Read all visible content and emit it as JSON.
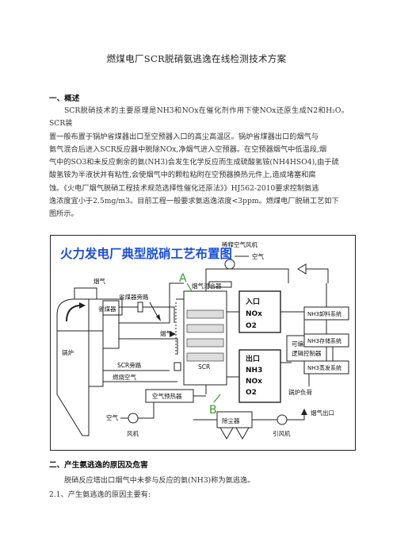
{
  "doc": {
    "title": "燃煤电厂SCR脱硝氨逃逸在线检测技术方案",
    "section1": {
      "heading": "一、概述",
      "lines": [
        "SCR脱硝技术的主要原理是NH3和NOx在催化剂作用下使NOx还原生成N2和H₂O。SCR装",
        "置一般布置于锅炉省煤器出口至空预器入口的高尘高温区。锅炉省煤器出口的烟气与",
        "氨气混合后进入SCR反应器中脱除NOx,净烟气进入空预器。在空预器烟气中低温段,烟",
        "气中的SO3和未反应剩余的氨(NH3)会发生化学反应而生成硫酸氢铵(NH4HSO4),由于硫",
        "酸氢铵为半液状并有粘性,会使烟气中的颗粒粘附在空预器换热元件上,造成堵塞和腐",
        "蚀。《火电厂烟气脱硝工程技术规范选择性催化还原法》》HJ562-2010要求控制氨逃",
        "逸浓度宜小于2.5mg/m3。目前工程一般要求氨逃逸浓度<3ppm。燃煤电厂脱硝工艺如下",
        "图所示。"
      ]
    },
    "diagram": {
      "title": "火力发电厂典型脱硝工艺布置图",
      "labels": {
        "dilution_fan": "稀释空气风机",
        "air_top": "空气",
        "flue_gas_mixer": "烟气混合器",
        "flue_gas_left": "烟气",
        "economizer_bypass": "省煤器旁路",
        "economizer": "省煤器",
        "flue_gas_mid": "烟气",
        "scr": "SCR",
        "scr_bypass": "SCR旁路",
        "combustion_air": "燃烧空气",
        "boiler": "锅炉",
        "air_preheater": "空气预热器",
        "air_bottom": "空气",
        "fan": "风机",
        "dust_collector": "除尘器",
        "id_fan": "引风机",
        "flue_gas_outlet": "烟气出口",
        "inlet_title": "入口",
        "inlet_nox": "NOx",
        "inlet_o2": "O2",
        "outlet_title": "出口",
        "outlet_nh3": "NH3",
        "outlet_nox": "NOx",
        "outlet_o2": "O2",
        "controller_line1": "可编程",
        "controller_line2": "逻辑控制器",
        "boiler_load": "锅炉负荷",
        "sys1": "NH3卸料系统",
        "sys2": "NH3存储系统",
        "sys3": "NH3蒸发系统",
        "point_a": "A",
        "point_b": "B"
      }
    },
    "section2": {
      "heading": "二、产生氨逃逸的原因及危害",
      "line1": "脱硝反应塔出口烟气中未参与反应的氨(NH3)称为氨逃逸。",
      "line2": "2.1、产生氨逃逸的原因主要有:"
    },
    "colors": {
      "diagram_title": "#1a4fd6",
      "marker_green": "#3a9a2a",
      "line": "#222222"
    }
  }
}
